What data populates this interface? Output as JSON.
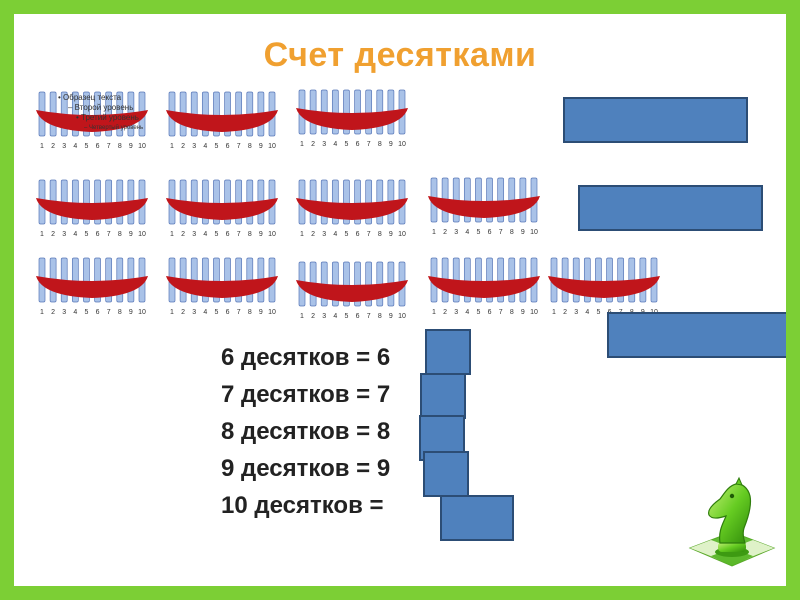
{
  "title": "Счет десятками",
  "placeholder": {
    "level1": "Образец текста",
    "level2": "Второй уровень",
    "level3": "Третий уровень",
    "level4": "Четвертый уровень"
  },
  "bundle": {
    "numbers": [
      "1",
      "2",
      "3",
      "4",
      "5",
      "6",
      "7",
      "8",
      "9",
      "10"
    ],
    "stick_color": "#a9c2e8",
    "band_color": "#c0151b"
  },
  "equations": [
    {
      "text": "6 десятков = 6"
    },
    {
      "text": "7 десятков = 7"
    },
    {
      "text": "8 десятков = 8"
    },
    {
      "text": "9 десятков = 9"
    },
    {
      "text": "10 десятков = "
    }
  ],
  "colors": {
    "frame": "#7ccf35",
    "title": "#f0a030",
    "box_fill": "#4f81bd"
  },
  "icons": {
    "chess_knight": "chess-knight-icon"
  }
}
